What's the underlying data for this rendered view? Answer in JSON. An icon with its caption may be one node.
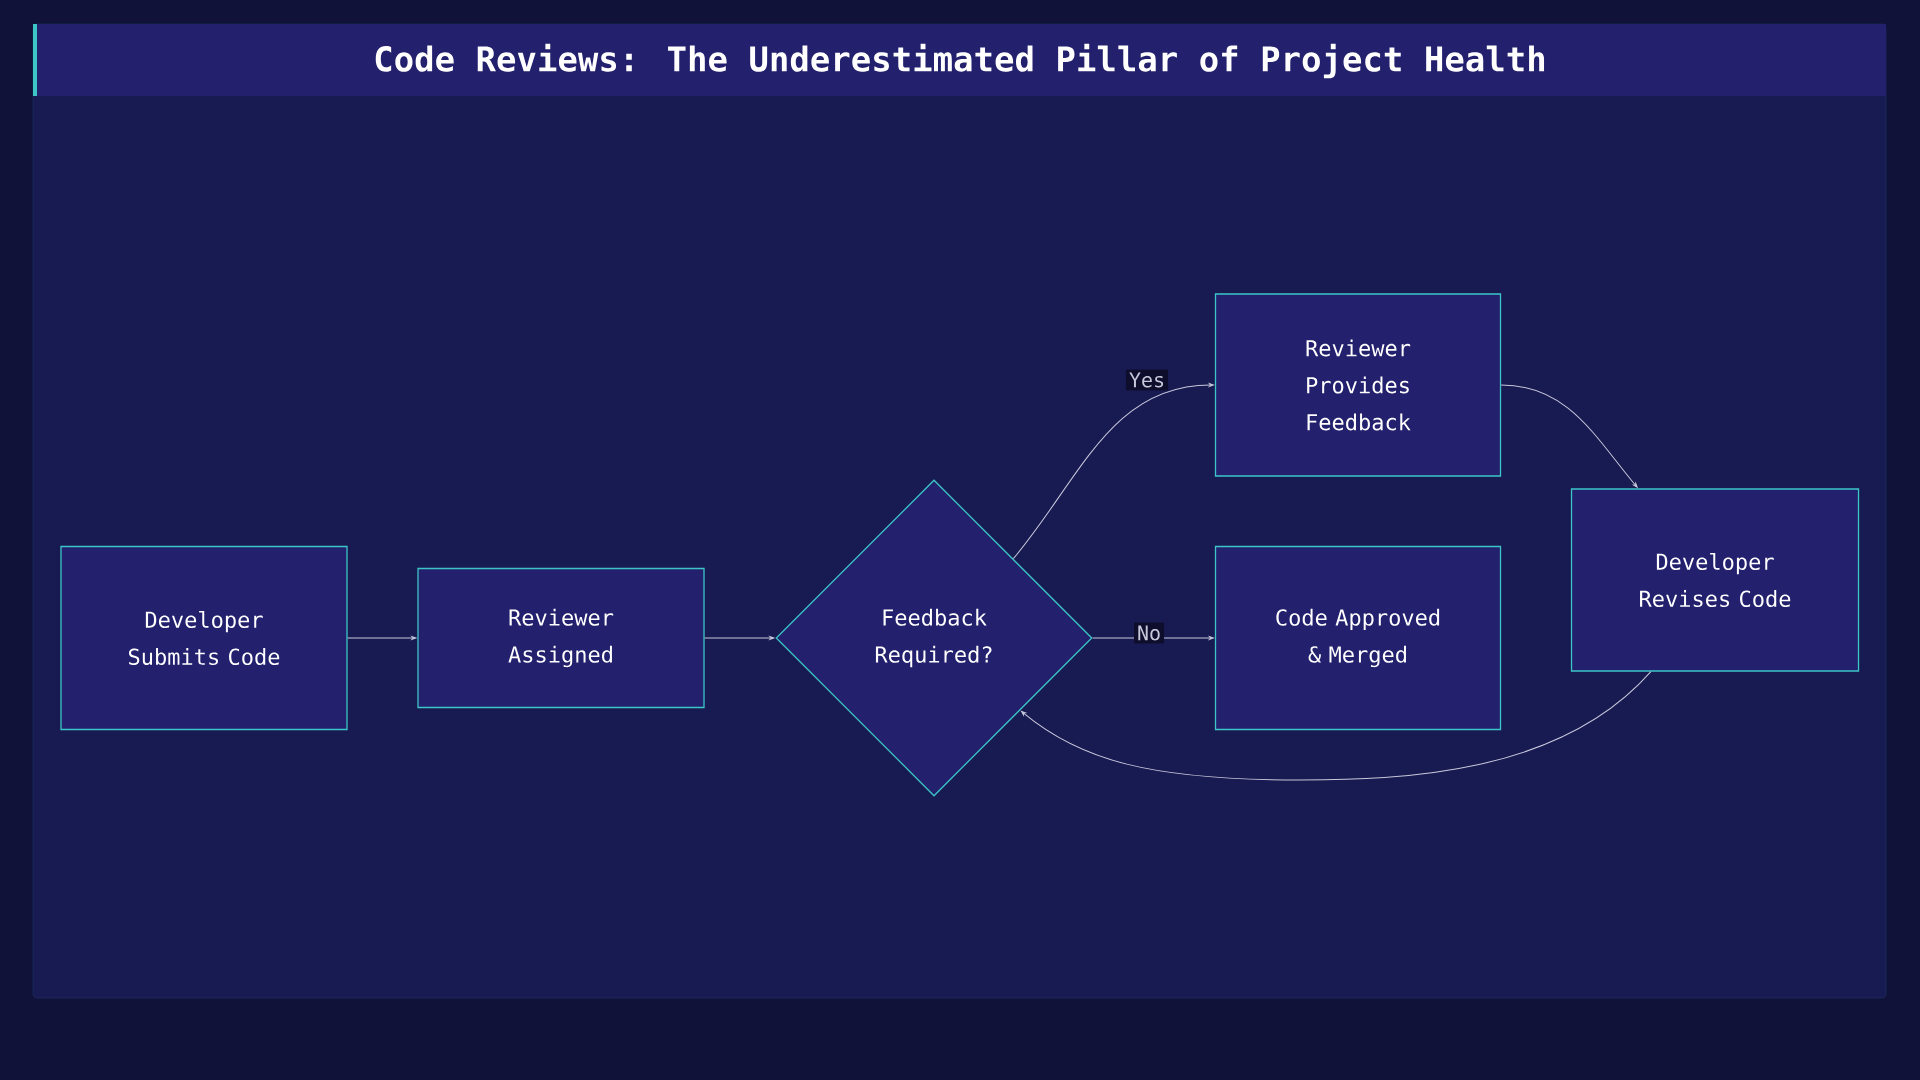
{
  "diagram": {
    "title": "Code Reviews: The Underestimated Pillar of Project Health",
    "nodes": [
      {
        "text": [
          "Developer Submits Code"
        ]
      },
      {
        "text": [
          "Reviewer Assigned"
        ]
      },
      {
        "text": [
          "Feedback Required?"
        ]
      },
      {
        "text": [
          "Reviewer Provides Feedback"
        ]
      },
      {
        "text": [
          "Code Approved & Merged"
        ]
      },
      {
        "text": [
          "Developer Revises Code"
        ]
      }
    ],
    "edges": [
      {
        "from": 0,
        "to": 1,
        "arrow": "to"
      },
      {
        "from": 1,
        "to": 2,
        "arrow": "to"
      },
      {
        "from": 2,
        "to": 3,
        "arrow": "to",
        "label": "Yes"
      },
      {
        "from": 2,
        "to": 4,
        "arrow": "to",
        "label": "No"
      },
      {
        "from": 3,
        "to": 5,
        "arrow": "to"
      },
      {
        "from": 5,
        "to": 2,
        "arrow": "to"
      }
    ]
  }
}
